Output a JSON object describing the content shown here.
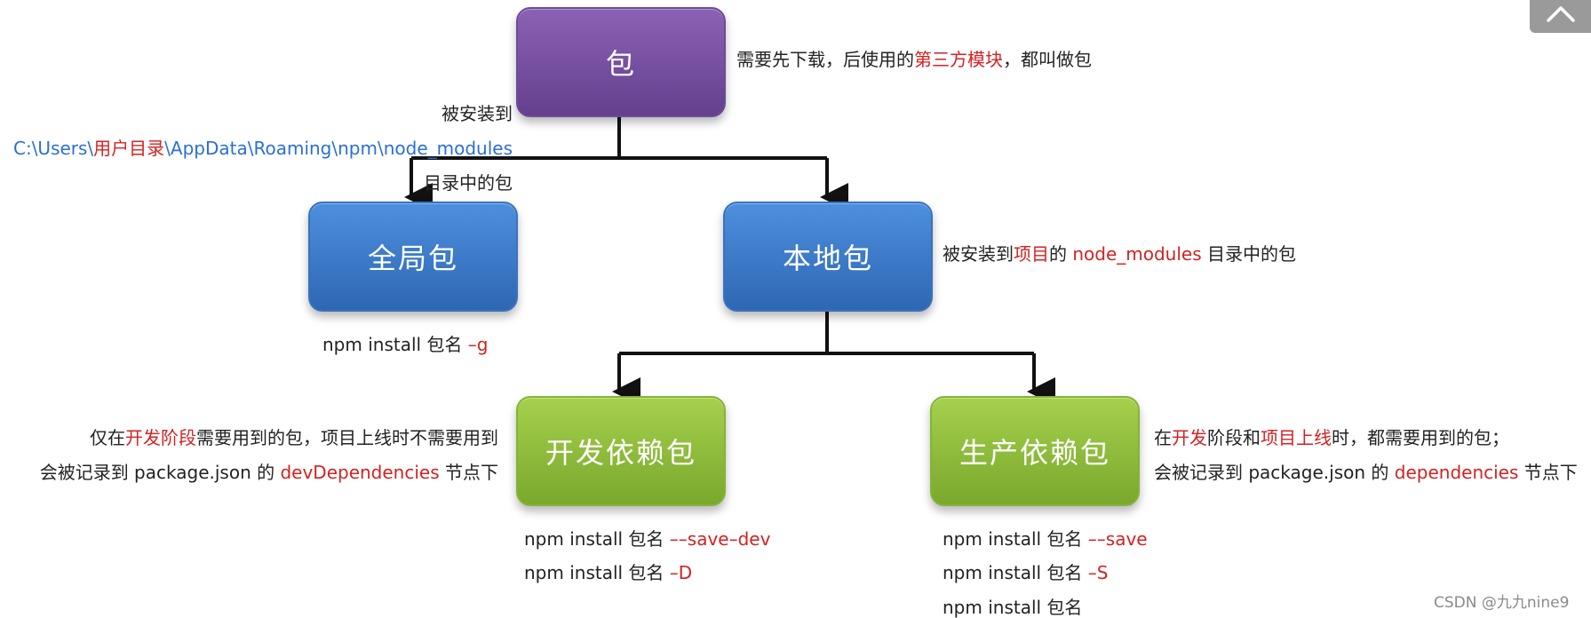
{
  "nodes": {
    "package": "包",
    "global": "全局包",
    "local": "本地包",
    "dev": "开发依赖包",
    "prod": "生产依赖包"
  },
  "package_desc": {
    "a": "需要先下载，后使用的",
    "b": "第三方模块",
    "c": "，都叫做包"
  },
  "global_install": {
    "label_top": "被安装到",
    "path": {
      "p1": "C:\\Users\\",
      "p2": "用户目录",
      "p3": "\\AppData\\Roaming\\npm\\node_modules"
    },
    "label_bottom": "目录中的包"
  },
  "global_cmd": {
    "a": "npm install 包名 ",
    "b": "–g"
  },
  "local_desc": {
    "a": "被安装到",
    "b": "项目",
    "c": "的 ",
    "d": "node_modules",
    "e": " 目录中的包"
  },
  "dev_desc": {
    "line1": {
      "a": "仅在",
      "b": "开发阶段",
      "c": "需要用到的包，项目上线时不需要用到"
    },
    "line2": {
      "a": "会被记录到 package.json 的 ",
      "b": "devDependencies",
      "c": " 节点下"
    }
  },
  "prod_desc": {
    "line1": {
      "a": "在",
      "b": "开发",
      "c": "阶段和",
      "d": "项目上线",
      "e": "时，都需要用到的包；"
    },
    "line2": {
      "a": "会被记录到 package.json 的 ",
      "b": "dependencies",
      "c": " 节点下"
    }
  },
  "dev_cmds": [
    {
      "a": "npm install 包名 ",
      "b": "––save–dev"
    },
    {
      "a": "npm install 包名 ",
      "b": "–D"
    }
  ],
  "prod_cmds": [
    {
      "a": "npm install 包名 ",
      "b": "––save"
    },
    {
      "a": "npm install 包名 ",
      "b": "–S"
    },
    {
      "a": "npm install 包名",
      "b": ""
    }
  ],
  "watermark": "CSDN @九九nine9",
  "colors": {
    "purple": "#7b55a8",
    "blue": "#3b78cf",
    "green": "#8dbf3a",
    "red": "#d32222",
    "link": "#2b6fd6"
  }
}
